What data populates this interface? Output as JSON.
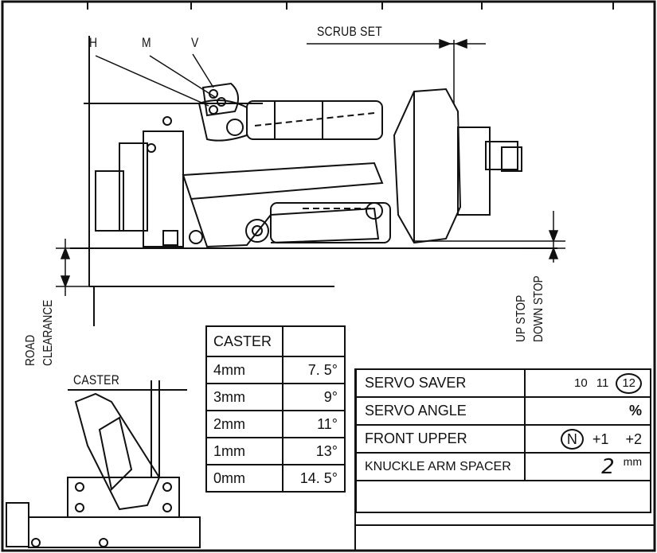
{
  "labels": {
    "h": "H",
    "m": "M",
    "v": "V",
    "scrub_set": "SCRUB SET",
    "road_clearance_line1": "ROAD",
    "road_clearance_line2": "CLEARANCE",
    "up_stop": "UP STOP",
    "down_stop": "DOWN STOP",
    "caster": "CASTER"
  },
  "caster_table": {
    "header": "CASTER",
    "rows": [
      {
        "offset": "4mm",
        "angle": "7. 5°"
      },
      {
        "offset": "3mm",
        "angle": "9°"
      },
      {
        "offset": "2mm",
        "angle": "11°"
      },
      {
        "offset": "1mm",
        "angle": "13°"
      },
      {
        "offset": "0mm",
        "angle": "14. 5°"
      }
    ]
  },
  "setup_table": {
    "rows": [
      {
        "key": "SERVO SAVER",
        "options": [
          "10",
          "11",
          "12"
        ],
        "selected": "12"
      },
      {
        "key": "SERVO ANGLE",
        "value": "",
        "unit": "%"
      },
      {
        "key": "FRONT UPPER",
        "options": [
          "N",
          "+1",
          "+2"
        ],
        "selected": "N"
      },
      {
        "key": "KNUCKLE ARM SPACER",
        "value": "2",
        "unit": "mm"
      }
    ]
  }
}
